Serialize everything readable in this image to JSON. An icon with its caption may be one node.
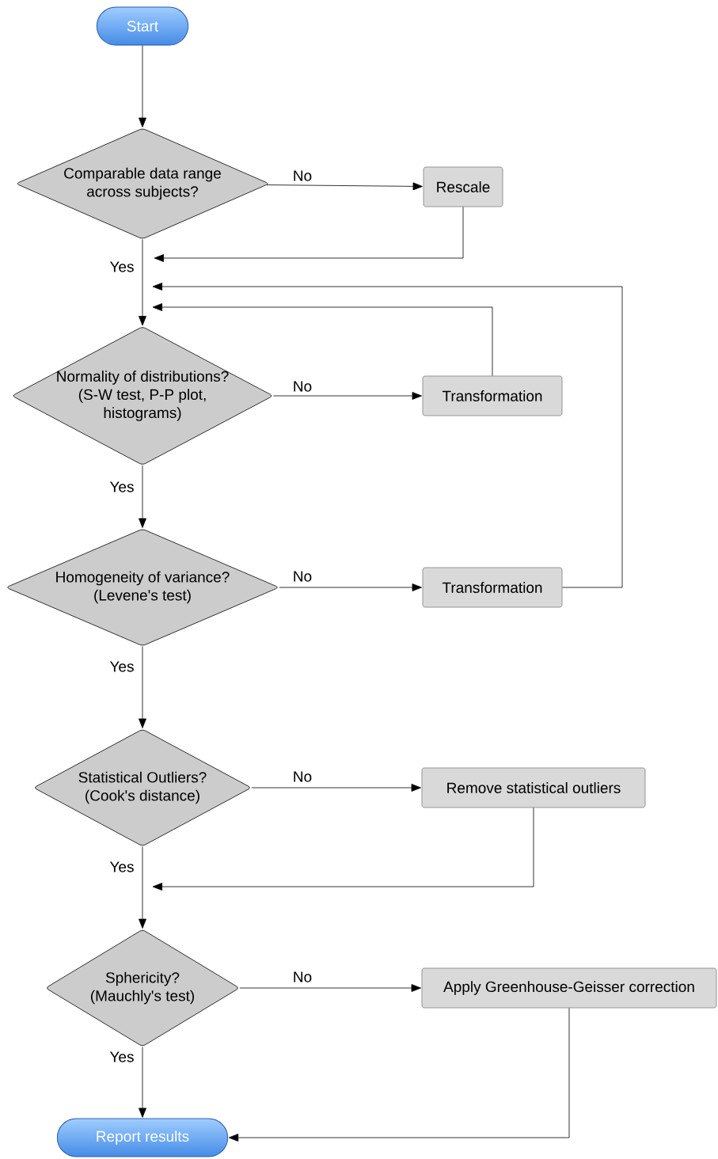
{
  "diagram": {
    "nodes": [
      {
        "text": [
          "Start"
        ]
      },
      {
        "text": [
          "Comparable data range across subjects?"
        ]
      },
      {
        "text": [
          "Rescale"
        ]
      },
      {
        "text": [
          "Normality of distributions? (S-W test, P-P plot, histograms)"
        ]
      },
      {
        "text": [
          "Transformation"
        ]
      },
      {
        "text": [
          "Homogeneity of variance? (Levene's test)"
        ]
      },
      {
        "text": [
          "Transformation"
        ]
      },
      {
        "text": [
          "Statistical Outliers? (Cook's distance)"
        ]
      },
      {
        "text": [
          "Remove statistical outliers"
        ]
      },
      {
        "text": [
          "Sphericity? (Mauchly's test)"
        ]
      },
      {
        "text": [
          "Apply Greenhouse-Geisser correction"
        ]
      },
      {
        "text": [
          "Report results"
        ]
      }
    ],
    "edges": [
      {
        "from": 0,
        "to": 1,
        "arrow": "to"
      },
      {
        "from": 1,
        "to": 2,
        "arrow": "to",
        "label": "No"
      },
      {
        "from": 2,
        "to": null,
        "arrow": "to"
      },
      {
        "from": 1,
        "to": 3,
        "arrow": "to",
        "label": "Yes"
      },
      {
        "from": 3,
        "to": 4,
        "arrow": "to",
        "label": "No"
      },
      {
        "from": 4,
        "to": null,
        "arrow": "to"
      },
      {
        "from": 3,
        "to": 5,
        "arrow": "to",
        "label": "Yes"
      },
      {
        "from": 5,
        "to": 6,
        "arrow": "to",
        "label": "No"
      },
      {
        "from": 6,
        "to": null,
        "arrow": "to"
      },
      {
        "from": 5,
        "to": 7,
        "arrow": "to",
        "label": "Yes"
      },
      {
        "from": 7,
        "to": 8,
        "arrow": "to",
        "label": "No"
      },
      {
        "from": 8,
        "to": null,
        "arrow": "to"
      },
      {
        "from": 7,
        "to": 9,
        "arrow": "to",
        "label": "Yes"
      },
      {
        "from": 9,
        "to": 10,
        "arrow": "to",
        "label": "No"
      },
      {
        "from": 10,
        "to": 11,
        "arrow": "to"
      },
      {
        "from": 9,
        "to": 11,
        "arrow": "to",
        "label": "Yes"
      }
    ]
  }
}
